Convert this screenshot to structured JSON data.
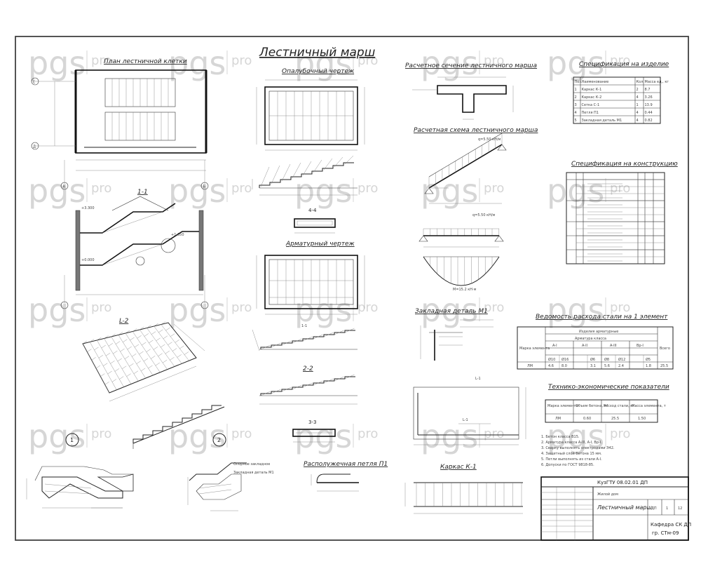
{
  "watermark": {
    "brand": "pgs",
    "suffix": "pro"
  },
  "sheet": {
    "main_title": "Лестничный марш"
  },
  "views": {
    "plan": "План лестничной клетки",
    "formwork": "Опалубочный чертеж",
    "calc_section": "Расчетное сечение лестничного марша",
    "calc_scheme": "Расчетная схема лестничного марша",
    "spec_items": "Спецификация на изделие",
    "spec_construction": "Спецификация на конструкцию",
    "section_11": "1-1",
    "section_44": "4-4",
    "rebar": "Арматурный чертеж",
    "embed": "Закладная деталь М1",
    "steel_usage": "Ведомость расхода стали на 1 элемент",
    "section_l2": "L-2",
    "section_22": "2-2",
    "section_33": "3-3",
    "tech_econ": "Технико-экономические показатели",
    "lifting_loop": "Располужечная петля П1",
    "frame": "Каркас К-1",
    "node1": "1",
    "node2": "2",
    "tag_l1": "L-1",
    "tag_l1b": "L-1",
    "tag_11b": "1-1",
    "embed_tag": "Закладная деталь М1",
    "support_tag": "Опорное закладное"
  },
  "plan_labels": {
    "axis_b": "Б",
    "axis_a": "А",
    "axis_e": "Е",
    "axis_d": "Д"
  },
  "elevations": {
    "top": "+1.650",
    "mid": "+3.300",
    "low": "+0.000"
  },
  "loads": {
    "q1": "q=5.50 кН/м",
    "q2": "q=5.50 кН/м",
    "m": "M=15.2 кН·м"
  },
  "spec_items_table": {
    "headers": [
      "Поз.",
      "Наименование",
      "Кол.",
      "Масса ед., кг"
    ],
    "rows": [
      [
        "1",
        "Каркас К-1",
        "2",
        "8.7"
      ],
      [
        "2",
        "Каркас К-2",
        "4",
        "3.26"
      ],
      [
        "3",
        "Сетка С-1",
        "1",
        "13.9"
      ],
      [
        "4",
        "Петля П1",
        "4",
        "0.44"
      ],
      [
        "5",
        "Закладная деталь М1",
        "4",
        "0.82"
      ]
    ]
  },
  "steel_table": {
    "header": "Изделия арматурные",
    "subheader": "Арматура класса",
    "classes": [
      "A-I",
      "A-II",
      "A-III",
      "Bp-I"
    ],
    "row_label": "Марка элемента",
    "total_label": "Всего",
    "sizes": [
      "Ø10",
      "Ø16",
      "Ø6",
      "Ø8",
      "Ø12",
      "Ø5"
    ],
    "row": [
      "ЛМ",
      "4.6",
      "8.0",
      "3.1",
      "5.6",
      "2.4",
      "1.8",
      "25.5"
    ]
  },
  "tech_table": {
    "headers": [
      "Марка элемента",
      "Объем бетона, м³",
      "Расход стали, кг",
      "Масса элемента, т"
    ],
    "row": [
      "ЛМ",
      "0.60",
      "25.5",
      "1.50"
    ]
  },
  "notes": [
    "1. Бетон класса B15.",
    "2. Арматура класса A-III, A-I, Bp-I.",
    "3. Сварку выполнять электродами Э42.",
    "4. Защитный слой бетона 15 мм.",
    "5. Петли выполнять из стали A-I.",
    "6. Допуски по ГОСТ 9818-85."
  ],
  "title_block": {
    "code": "КузГТУ 08.02.01 ДП",
    "project": "Жилой дом",
    "sheet_name": "Лестничный марш",
    "stage": "ДП",
    "sheet_no": "1",
    "sheets": "12",
    "org": "Кафедра СК ДП",
    "group": "гр. СТм-09"
  }
}
